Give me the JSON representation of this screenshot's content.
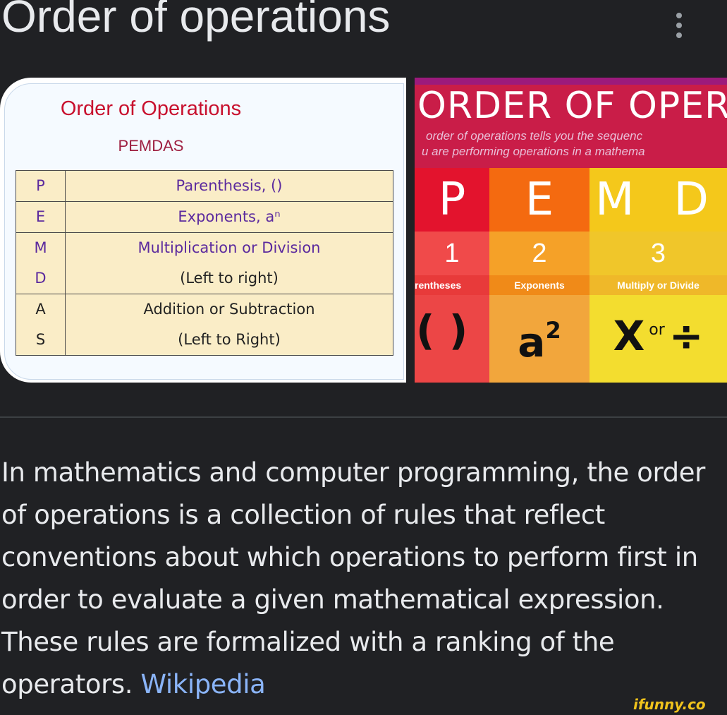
{
  "header": {
    "title": "Order of operations",
    "more_icon": "more-vertical-icon"
  },
  "images": {
    "pemdas_table": {
      "title": "Order of Operations",
      "subtitle": "PEMDAS",
      "rows": [
        {
          "letters": [
            "P"
          ],
          "lines": [
            "Parenthesis, ()"
          ]
        },
        {
          "letters": [
            "E"
          ],
          "lines": [
            "Exponents, aⁿ"
          ]
        },
        {
          "letters": [
            "M",
            "D"
          ],
          "lines": [
            "Multiplication or Division",
            "(Left to right)"
          ]
        },
        {
          "letters": [
            "A",
            "S"
          ],
          "lines": [
            "Addition or Subtraction",
            "(Left to Right)"
          ]
        }
      ]
    },
    "poster": {
      "title": "ORDER OF OPERA",
      "subtitle_line1": "order of operations tells you the sequenc",
      "subtitle_line2": "u are performing operations in a mathema",
      "columns": [
        {
          "letter": "P",
          "number": "1",
          "label": "rentheses",
          "symbol": "( )"
        },
        {
          "letter": "E",
          "number": "2",
          "label": "Exponents",
          "symbol": "a",
          "symbol_sup": "2"
        },
        {
          "letter": "M D",
          "number": "3",
          "label": "Multiply or Divide",
          "symbol": "X",
          "symbol_or": "or",
          "symbol_div": "÷"
        }
      ]
    }
  },
  "description": {
    "text": "In mathematics and computer programming, the order of operations is a collection of rules that reflect conventions about which operations to perform first in order to evaluate a given mathematical expression. These rules are formalized with a ranking of the operators.",
    "link": "Wikipedia"
  },
  "watermark": "ifunny.co"
}
